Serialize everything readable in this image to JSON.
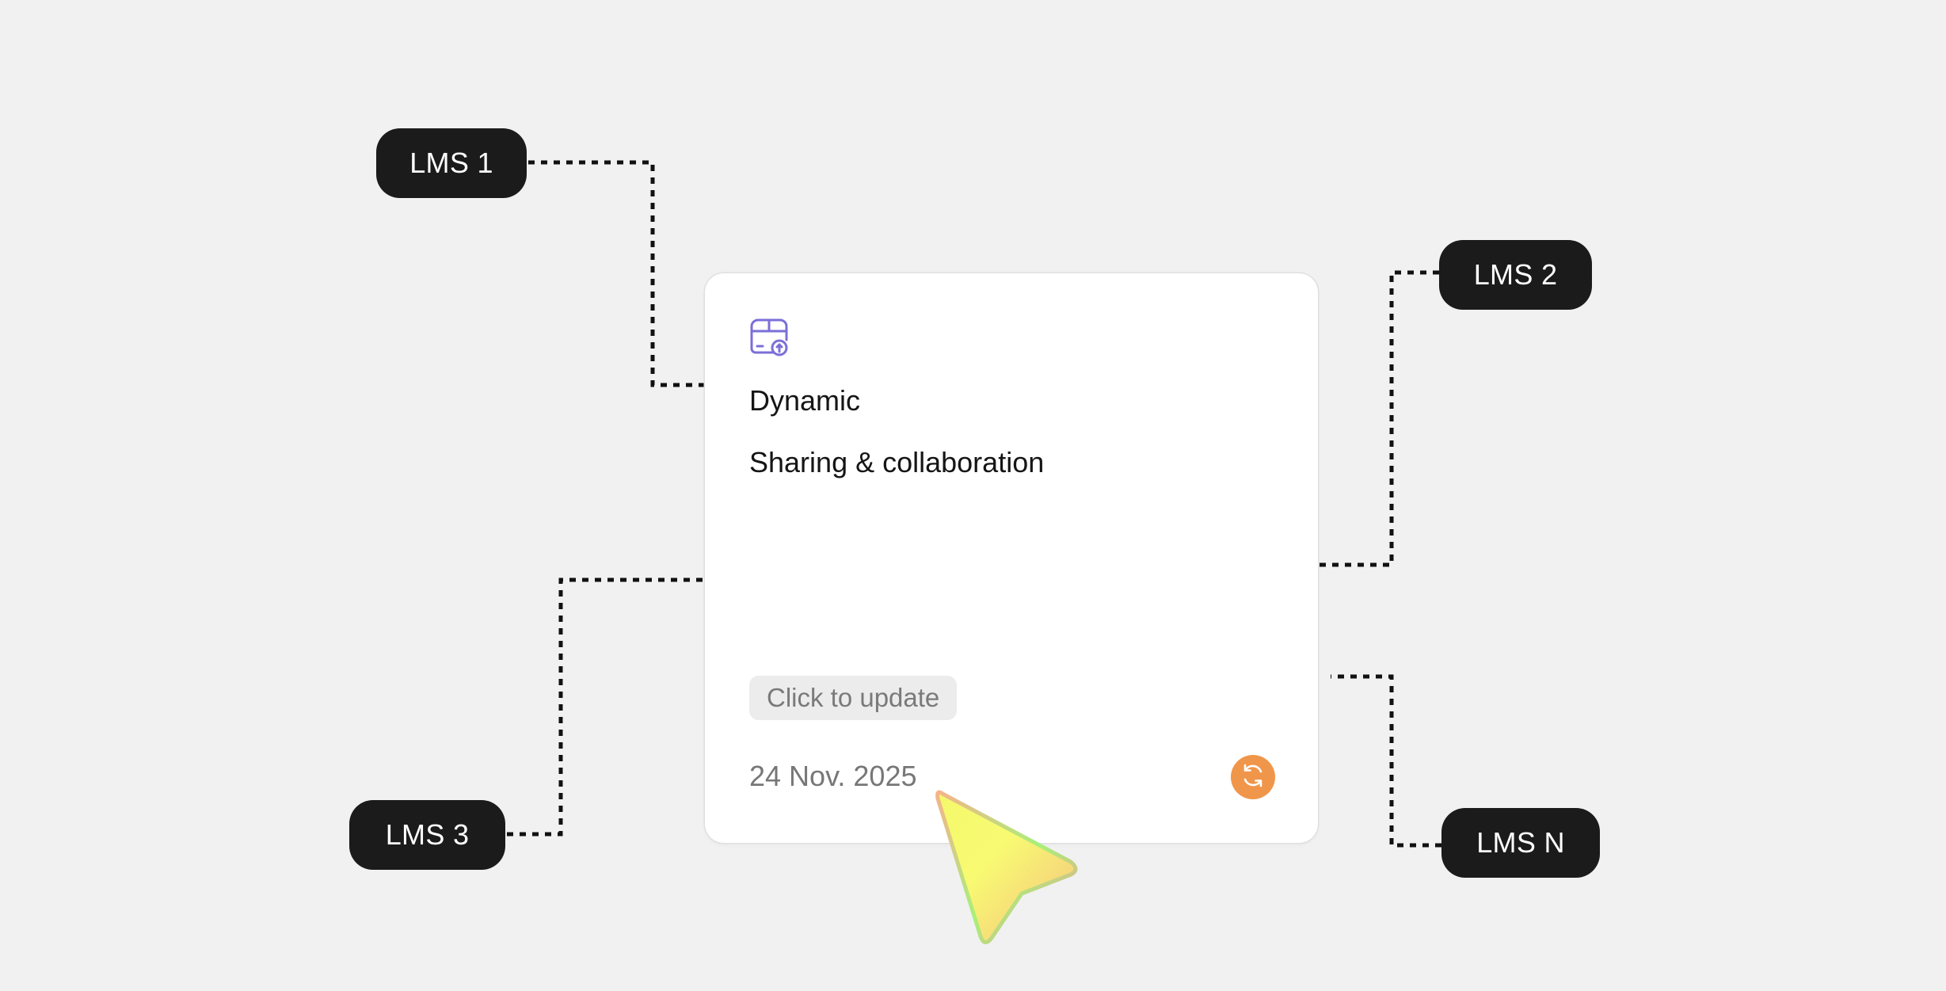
{
  "nodes": {
    "lms1": "LMS 1",
    "lms2": "LMS 2",
    "lms3": "LMS 3",
    "lmsn": "LMS N"
  },
  "card": {
    "icon": "package-upload-icon",
    "title": "Dynamic",
    "subtitle": "Sharing & collaboration",
    "update_label": "Click to update",
    "date": "24 Nov. 2025",
    "refresh_icon": "refresh-icon",
    "accent_color": "#f0964a",
    "icon_color": "#7b6fd8"
  },
  "cursor_icon": "pointer-cursor-icon",
  "colors": {
    "background": "#f1f1f1",
    "pill": "#1b1b1b",
    "connector": "#111111"
  }
}
